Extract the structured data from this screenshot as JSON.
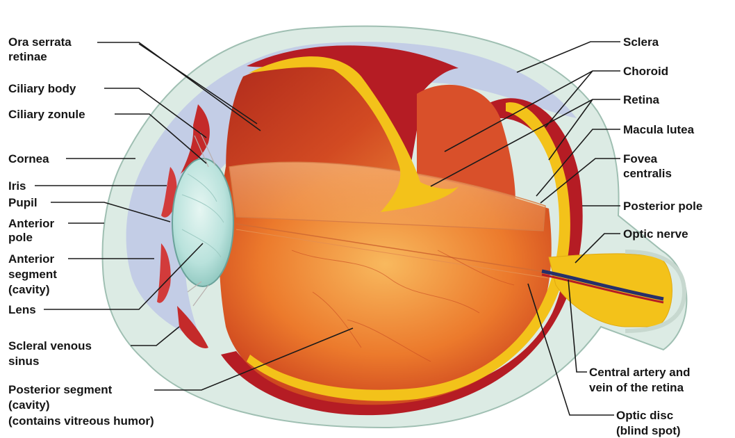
{
  "labels": {
    "ora_serrata_1": "Ora serrata",
    "ora_serrata_2": "retinae",
    "ciliary_body": "Ciliary body",
    "ciliary_zonule": "Ciliary zonule",
    "cornea": "Cornea",
    "iris": "Iris",
    "pupil": "Pupil",
    "anterior_pole_1": "Anterior",
    "anterior_pole_2": "pole",
    "anterior_segment_1": "Anterior",
    "anterior_segment_2": "segment",
    "anterior_segment_3": "(cavity)",
    "lens": "Lens",
    "scleral_venous_1": "Scleral venous",
    "scleral_venous_2": "sinus",
    "posterior_segment_1": "Posterior segment",
    "posterior_segment_2": "(cavity)",
    "posterior_segment_3": "(contains vitreous humor)",
    "sclera": "Sclera",
    "choroid": "Choroid",
    "retina": "Retina",
    "macula_lutea": "Macula lutea",
    "fovea_1": "Fovea",
    "fovea_2": "centralis",
    "posterior_pole": "Posterior pole",
    "optic_nerve": "Optic nerve",
    "central_artery_1": "Central artery and",
    "central_artery_2": "vein of the retina",
    "optic_disc_1": "Optic disc",
    "optic_disc_2": "(blind spot)"
  },
  "colors": {
    "sclera_outer": "#dcebe4",
    "cornea_fluid": "#c3cde6",
    "choroid": "#b51c24",
    "retina_band": "#f3c21a",
    "vitreous_light": "#f6ad55",
    "vitreous_dark": "#c8361a",
    "lens": "#b9e2dc",
    "text": "#151515"
  }
}
